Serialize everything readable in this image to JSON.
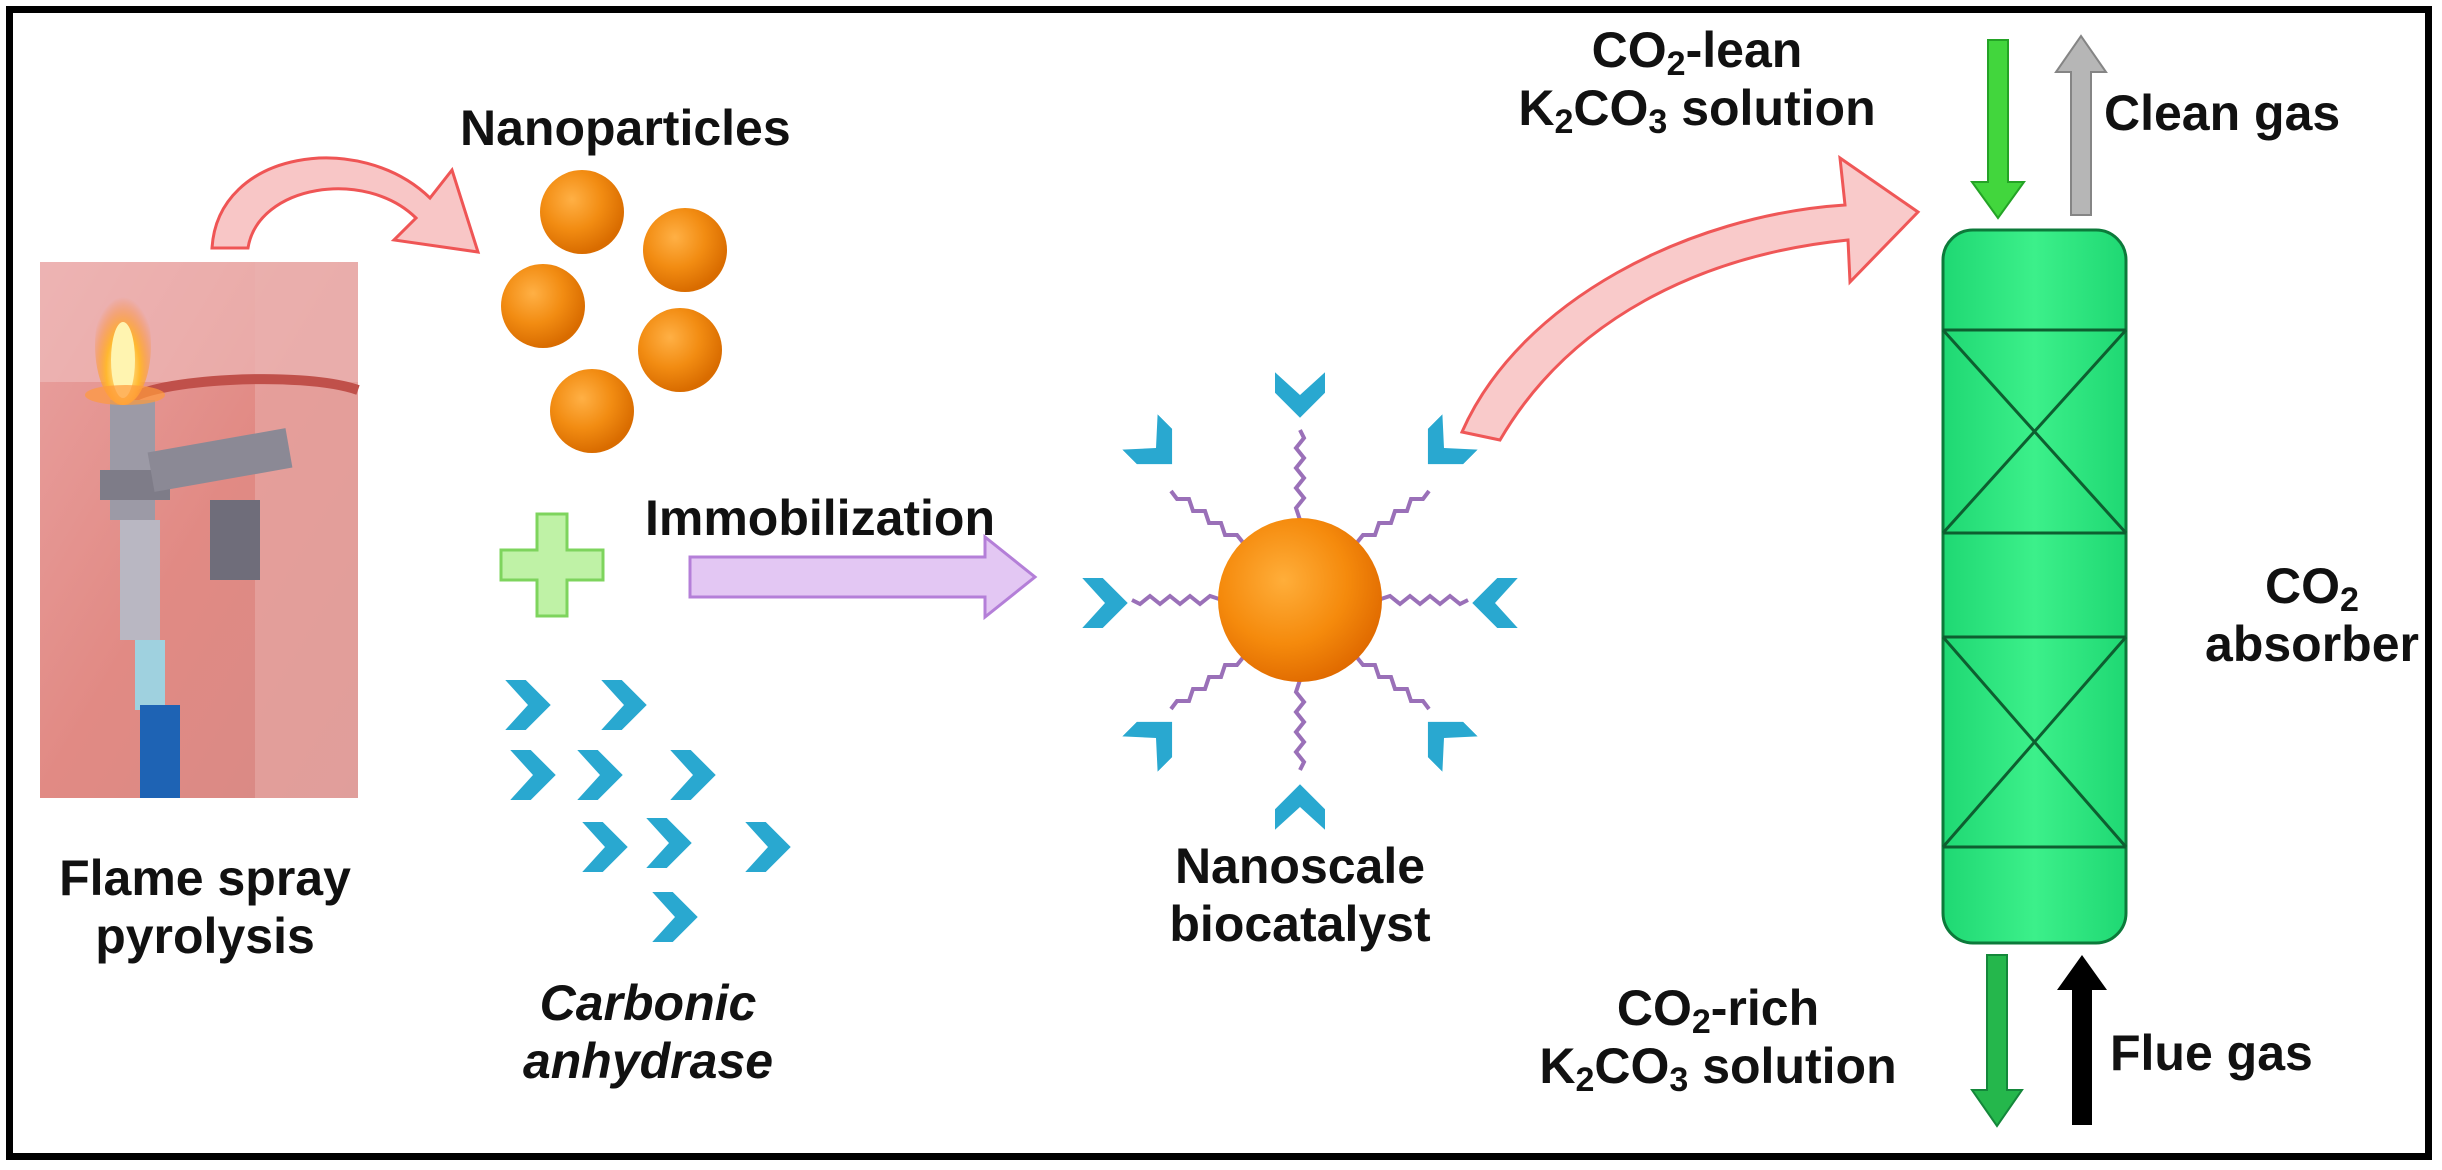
{
  "figure": {
    "flame_label_line1": "Flame spray",
    "flame_label_line2": "pyrolysis",
    "nanoparticles_label": "Nanoparticles",
    "immobilization_label": "Immobilization",
    "carbonic_line1": "Carbonic",
    "carbonic_line2": "anhydrase",
    "nanoscale_line1": "Nanoscale",
    "nanoscale_line2": "biocatalyst",
    "lean_co": "CO",
    "lean_sub2": "2",
    "lean_suffix": "-lean",
    "k": "K",
    "k_sub": "2",
    "co": "CO",
    "co_sub": "3",
    "solution": " solution",
    "clean_gas": "Clean gas",
    "absorber_co": "CO",
    "absorber_sub": "2",
    "absorber_word": "absorber",
    "rich_co": "CO",
    "rich_sub2": "2",
    "rich_suffix": "-rich",
    "flue_gas": "Flue gas"
  },
  "colors": {
    "nanoparticle": "#f28c12",
    "enzyme": "#29a8d0",
    "linker": "#9a70b8",
    "plus": "#9ee07e",
    "immobilization_arrow": "#d9b8ec",
    "curved_arrow": "#f4a5a5",
    "column": "#22e07a",
    "lean_arrow": "#39d13c",
    "clean_arrow": "#a9a9a9",
    "rich_arrow": "#22b34a",
    "flue_arrow": "#000000"
  }
}
